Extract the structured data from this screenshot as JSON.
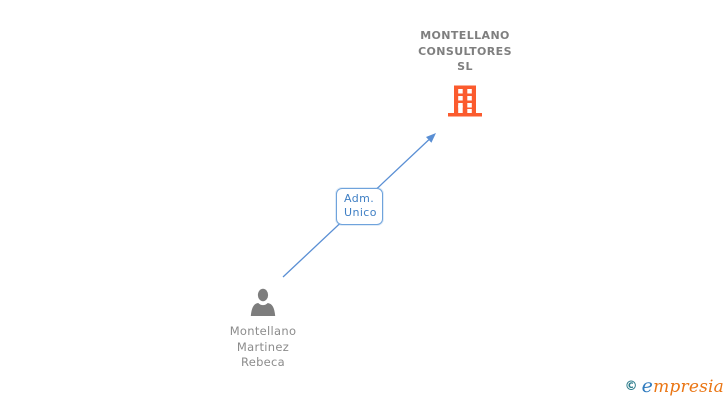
{
  "diagram": {
    "company": {
      "name": "MONTELLANO CONSULTORES SL",
      "name_lines": [
        "MONTELLANO",
        "CONSULTORES",
        "SL"
      ],
      "icon": "building-icon"
    },
    "person": {
      "name": "Montellano Martinez Rebeca",
      "name_lines": [
        "Montellano",
        "Martinez",
        "Rebeca"
      ],
      "icon": "person-icon"
    },
    "edge": {
      "from": "Montellano Martinez Rebeca",
      "to": "MONTELLANO CONSULTORES SL",
      "label": "Adm. Unico",
      "label_lines": [
        "Adm.",
        "Unico"
      ]
    }
  },
  "branding": {
    "copyright_symbol": "©",
    "logo_first_letter": "e",
    "logo_rest": "mpresia",
    "logo_text": "empresia"
  },
  "colors": {
    "background": "#FFFFFF",
    "company_icon": "#FB5B2E",
    "person_icon": "#7D7D7D",
    "company_label": "#7F7F7F",
    "person_label": "#8C8C8C",
    "edge": "#5A8FD4",
    "edge_label_text": "#3F7FC4",
    "edge_label_border": "#6FA3DC",
    "logo_copyright": "#2E7D8C",
    "logo_first_letter_color": "#2F7BBF",
    "logo_rest_color": "#EA7615"
  }
}
